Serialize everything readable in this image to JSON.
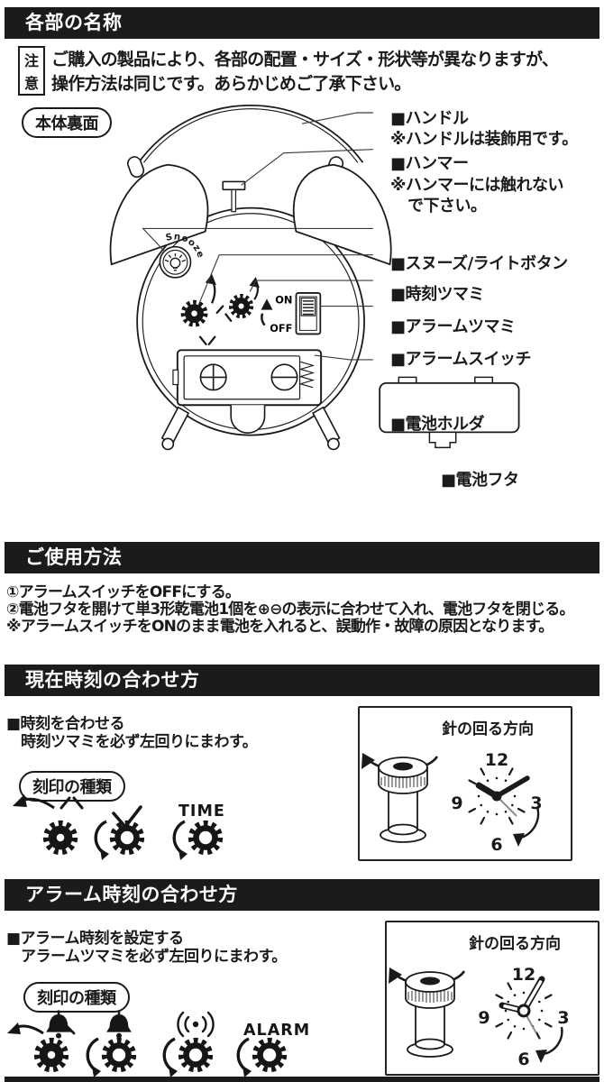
{
  "parts": {
    "title": "各部の名称",
    "caution": {
      "badge_top": "注",
      "badge_bottom": "意",
      "line1": "ご購入の製品により、各部の配置・サイズ・形状等が異なりますが、",
      "line2": "操作方法は同じです。あらかじめご了承下さい。"
    },
    "view_tag": "本体裏面",
    "labels": {
      "handle": "■ハンドル",
      "handle_note": "※ハンドルは装飾用です。",
      "hammer": "■ハンマー",
      "hammer_note1": "※ハンマーには触れない",
      "hammer_note2": "で下さい。",
      "snooze": "■スヌーズ/ライトボタン",
      "time_knob": "■時刻ツマミ",
      "alarm_knob": "■アラームツマミ",
      "alarm_switch": "■アラームスイッチ",
      "battery_holder": "■電池ホルダ",
      "battery_cover": "■電池フタ"
    },
    "diagram": {
      "snooze": "Snooze",
      "on": "ON",
      "off": "OFF"
    }
  },
  "usage": {
    "title": "ご使用方法",
    "steps": [
      "①アラームスイッチをOFFにする。",
      "②電池フタを開けて単3形乾電池1個を⊕⊖の表示に合わせて入れ、電池フタを閉じる。",
      "※アラームスイッチをONのまま電池を入れると、誤動作・故障の原因となります。"
    ]
  },
  "time_set": {
    "title": "現在時刻の合わせ方",
    "heading": "■時刻を合わせる",
    "instruction": "時刻ツマミを必ず左回りにまわす。",
    "stamp_tag": "刻印の種類",
    "stamp_label": "TIME",
    "box": {
      "title": "針の回る方向",
      "n12": "12",
      "n3": "3",
      "n6": "6",
      "n9": "9"
    }
  },
  "alarm_set": {
    "title": "アラーム時刻の合わせ方",
    "heading": "■アラーム時刻を設定する",
    "instruction": "アラームツマミを必ず左回りにまわす。",
    "stamp_tag": "刻印の種類",
    "stamp_label": "ALARM",
    "box": {
      "title": "針の回る方向",
      "n12": "12",
      "n3": "3",
      "n6": "6",
      "n9": "9"
    }
  }
}
